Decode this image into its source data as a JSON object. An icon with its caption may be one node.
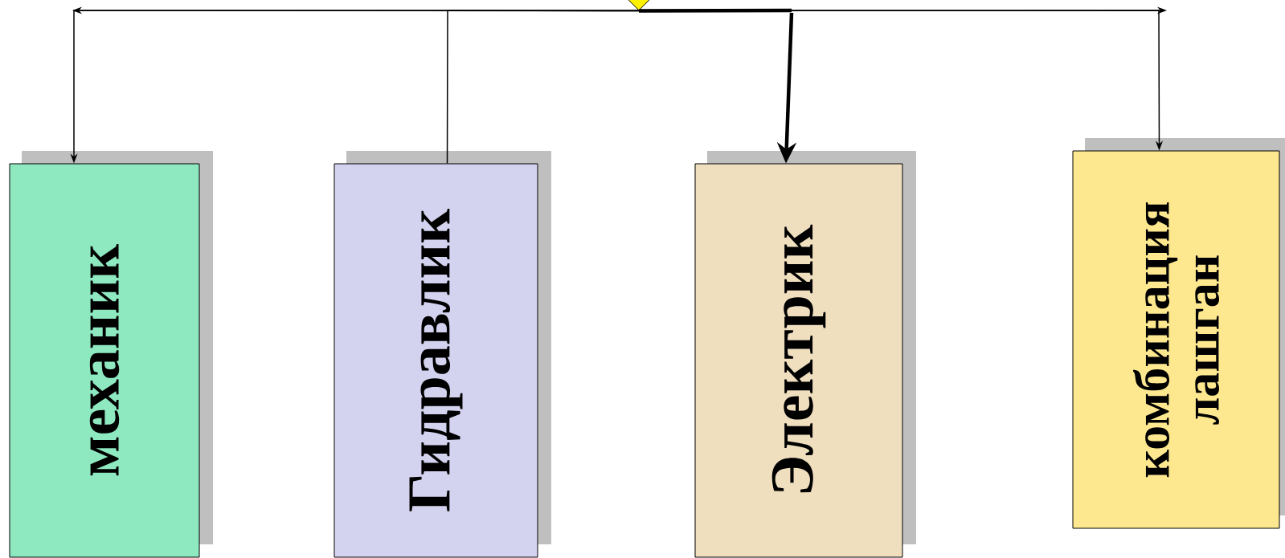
{
  "diagram": {
    "nodes": [
      {
        "text": [],
        "shape": "diamond"
      },
      {
        "text": [
          "механик"
        ]
      },
      {
        "text": [
          "Гидравлик"
        ]
      },
      {
        "text": [
          "Электрик"
        ]
      },
      {
        "text": [
          "комбинация лашган"
        ]
      }
    ],
    "edges": [
      {
        "from": 0,
        "to": 1,
        "arrow": "to"
      },
      {
        "from": 0,
        "to": 2,
        "arrow": "none"
      },
      {
        "from": 0,
        "to": 3,
        "arrow": "to",
        "style": "thick"
      },
      {
        "from": 0,
        "to": 4,
        "arrow": "to"
      }
    ]
  }
}
